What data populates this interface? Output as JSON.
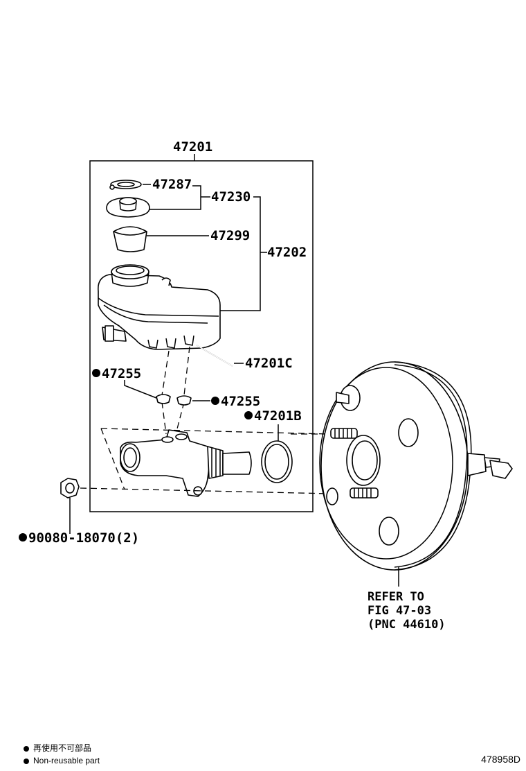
{
  "labels": {
    "p47201": "47201",
    "p47287": "47287",
    "p47230": "47230",
    "p47299": "47299",
    "p47202": "47202",
    "p47201C": "47201C",
    "p47255_left": "47255",
    "p47255_right": "47255",
    "p47201B": "47201B",
    "p90080": "90080-18070(2)",
    "refer_line1": "REFER TO",
    "refer_line2": "FIG 47-03",
    "refer_line3": "(PNC 44610)"
  },
  "legend": {
    "japanese": "再使用不可部品",
    "english": "Non-reusable part"
  },
  "figure_code": "478958D",
  "colors": {
    "ink": "#000000",
    "paper": "#ffffff"
  },
  "icons": {
    "non_reusable_marker": "filled-circle"
  }
}
